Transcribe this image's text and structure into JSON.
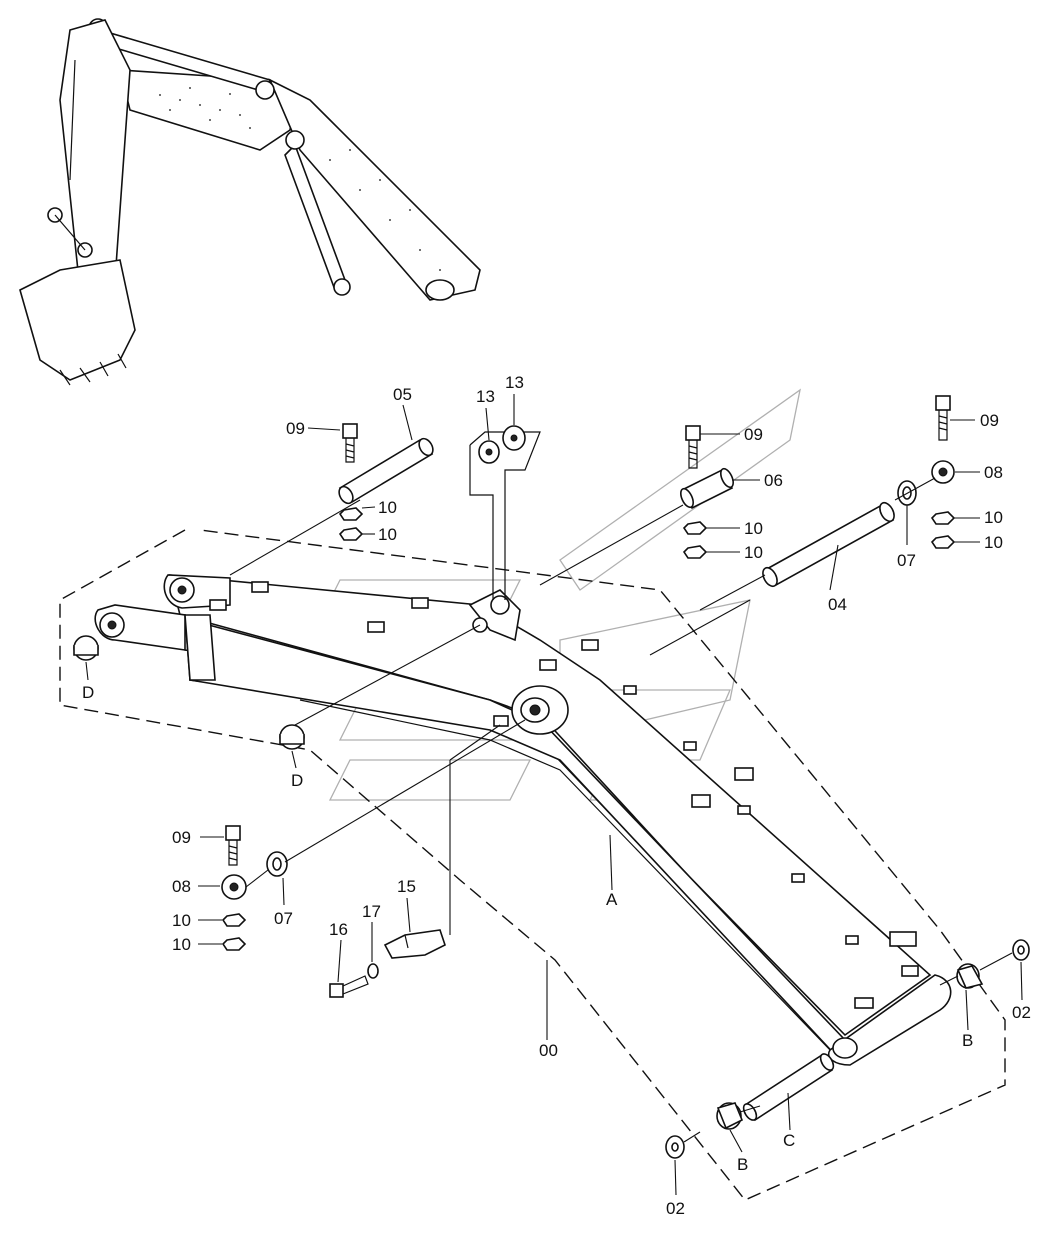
{
  "labels": {
    "p00": "00",
    "p02a": "02",
    "p02b": "02",
    "p04": "04",
    "p05": "05",
    "p06": "06",
    "p07a": "07",
    "p07b": "07",
    "p08a": "08",
    "p08b": "08",
    "p09a": "09",
    "p09b": "09",
    "p09c": "09",
    "p09d": "09",
    "p10a": "10",
    "p10b": "10",
    "p10c": "10",
    "p10d": "10",
    "p10e": "10",
    "p10f": "10",
    "p10g": "10",
    "p10h": "10",
    "p13a": "13",
    "p13b": "13",
    "p15": "15",
    "p16": "16",
    "p17": "17",
    "A": "A",
    "Ba": "B",
    "Bb": "B",
    "C": "C",
    "Da": "D",
    "Db": "D"
  },
  "colors": {
    "line": "#111111",
    "watermark": "#b0b0b0",
    "background": "#ffffff"
  }
}
